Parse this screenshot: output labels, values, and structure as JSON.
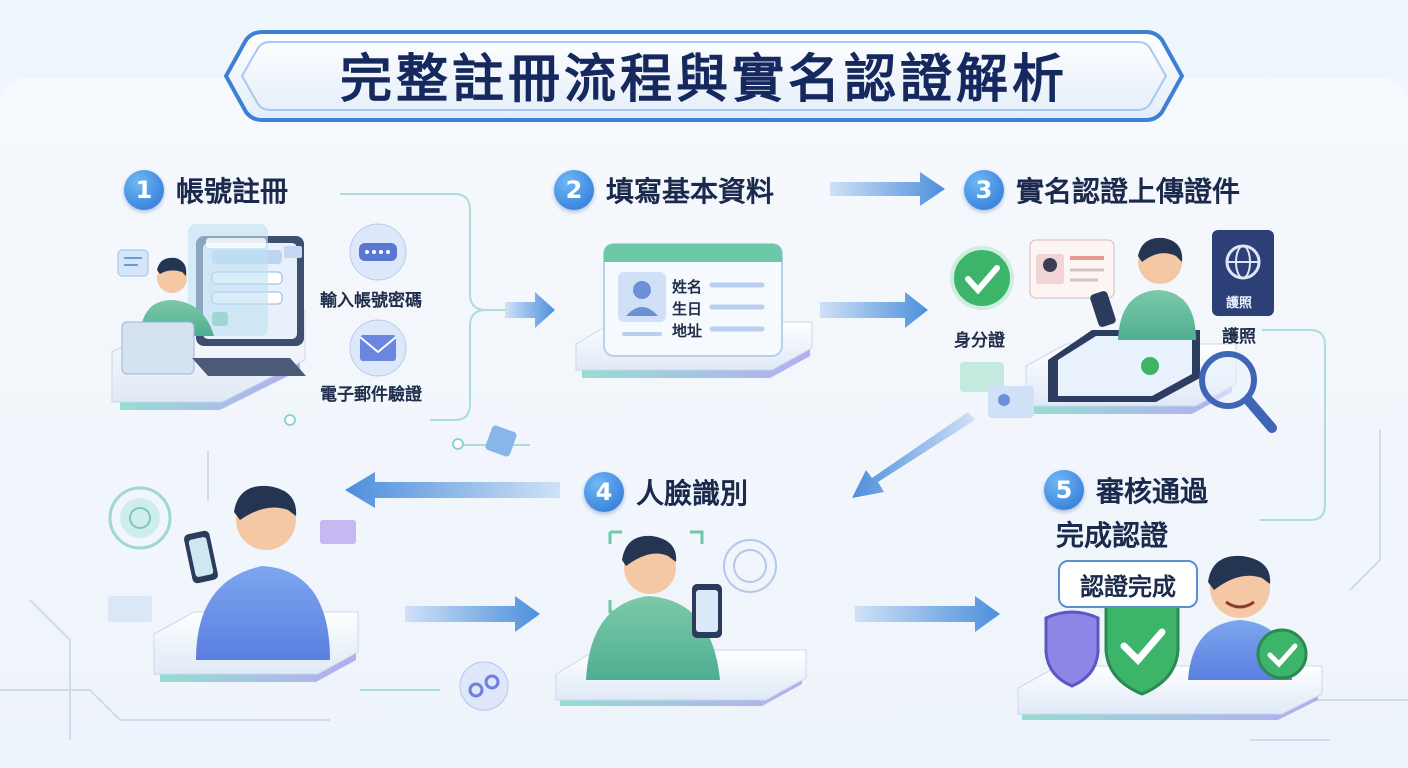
{
  "title": "完整註冊流程與實名認證解析",
  "steps": [
    {
      "num": "1",
      "label": "帳號註冊"
    },
    {
      "num": "2",
      "label": "填寫基本資料"
    },
    {
      "num": "3",
      "label": "實名認證上傳證件"
    },
    {
      "num": "4",
      "label": "人臉識別"
    },
    {
      "num": "5",
      "label_line1": "審核通過",
      "label_line2": "完成認證"
    }
  ],
  "step1": {
    "password_label": "輸入帳號密碼",
    "email_label": "電子郵件驗證"
  },
  "step2": {
    "form_fields": [
      "姓名",
      "生日",
      "地址"
    ]
  },
  "step3": {
    "id_card_label": "身分證",
    "passport_label": "護照",
    "passport_cover": "護照"
  },
  "step5": {
    "done_label": "認證完成"
  },
  "colors": {
    "title_text": "#16295e",
    "accent_blue": "#2a72d4",
    "check_green": "#3cb56b",
    "arrow_blue": "#5a97df"
  }
}
